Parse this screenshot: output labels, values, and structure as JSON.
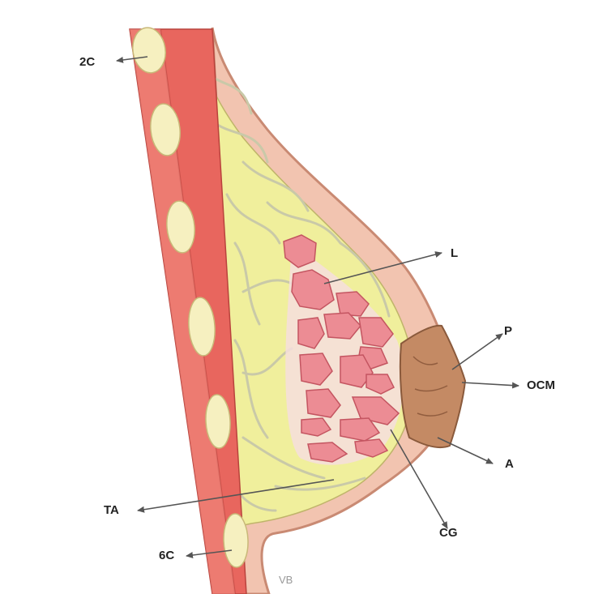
{
  "diagram": {
    "labels": {
      "c2": "2C",
      "c6": "6C",
      "lobules": "L",
      "pore": "P",
      "ocm": "OCM",
      "areola": "A",
      "ta": "TA",
      "cg": "CG"
    },
    "signature": "VB",
    "colors": {
      "skin": "#f2c4b0",
      "skin_edge": "#c98a73",
      "fat": "#f0ef9c",
      "septa": "#c9c9a8",
      "muscle": "#e8665e",
      "muscle_light": "#f18c82",
      "rib": "#f6f0c0",
      "lobule": "#ec8c94",
      "lobule_edge": "#c45561",
      "stroma": "#f6dede",
      "areola": "#c48a64",
      "areola_edge": "#8a5a3c",
      "nipple_dark": "#6f4026"
    }
  }
}
